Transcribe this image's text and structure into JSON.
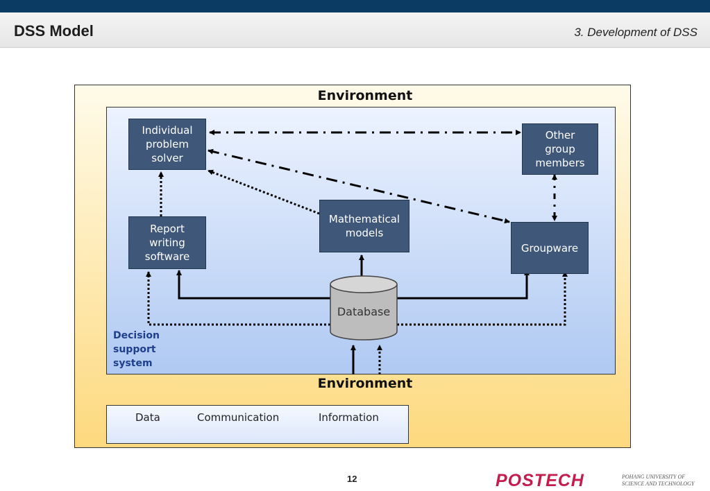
{
  "header": {
    "title": "DSS Model",
    "section": "3. Development of DSS"
  },
  "diagram": {
    "environment_top": "Environment",
    "environment_bottom": "Environment",
    "dss_label": [
      "Decision",
      "support",
      "system"
    ],
    "nodes": {
      "individual": [
        "Individual",
        "problem",
        "solver"
      ],
      "other_group": [
        "Other",
        "group",
        "members"
      ],
      "report": [
        "Report",
        "writing",
        "software"
      ],
      "math": [
        "Mathematical",
        "models"
      ],
      "groupware": [
        "Groupware"
      ],
      "database": "Database"
    },
    "colors": {
      "node_fill": "#3f5779",
      "environment_fill": "#fdd97e",
      "dss_fill": "#afc9f2",
      "dss_label": "#1f3f8a"
    }
  },
  "legend": {
    "data": "Data",
    "communication": "Communication",
    "information": "Information"
  },
  "footer": {
    "page": "12",
    "logo": "POSTECH",
    "logo_sub": [
      "POHANG UNIVERSITY OF",
      "SCIENCE AND TECHNOLOGY"
    ]
  }
}
